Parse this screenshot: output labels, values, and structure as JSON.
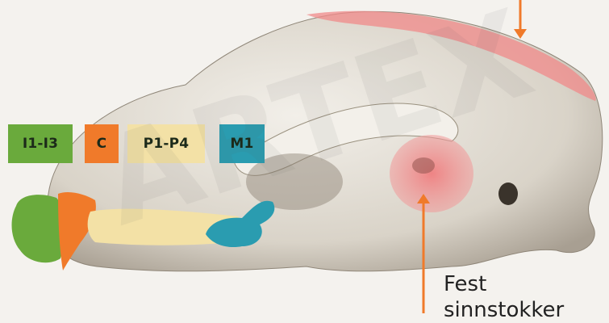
{
  "colors": {
    "incisor": "#6aaa3c",
    "canine": "#f07a2a",
    "premolar": "#f3e1a6",
    "molar": "#2a9cb0",
    "highlight": "#f08a8a",
    "arrow": "#f07a2a",
    "bone": "#e6e1d8"
  },
  "tooth_legend": [
    {
      "label": "I1-I3",
      "color": "#6aaa3c"
    },
    {
      "label": "C",
      "color": "#f07a2a"
    },
    {
      "label": "P1-P4",
      "color": "#f3e1a6"
    },
    {
      "label": "M1",
      "color": "#2a9cb0"
    }
  ],
  "annotation": {
    "line1": "Fest",
    "line2": "sinnstokker"
  },
  "watermark": "ARTEX"
}
